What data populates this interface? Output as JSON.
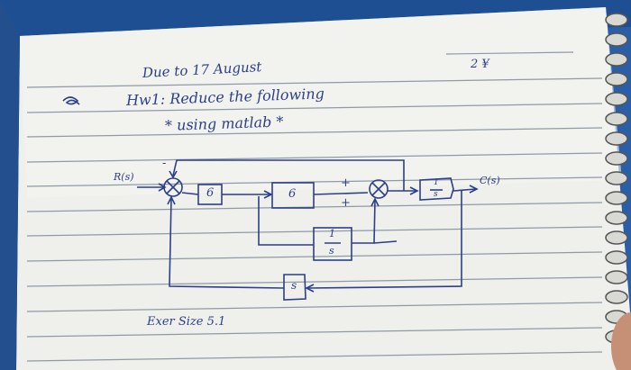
{
  "photo": {
    "description_tag": "notebook-page-photo",
    "paper_color": "#f2f3f0",
    "ink_color": "#2b3f8a",
    "rule_color": "#8e9aa6"
  },
  "header": {
    "date_line": "Due to 17 August",
    "page_mark": "2 ¥",
    "title": "Hw1:  Reduce  the  following",
    "subtitle": "* using  matlab *"
  },
  "diagram": {
    "input_label": "R(s)",
    "output_label": "C(s)",
    "block_1": "6",
    "block_2": "6",
    "block_integrator_num": "1",
    "block_integrator_den": "s",
    "block_output_num": "1",
    "block_output_den": "s",
    "block_feedback": "s",
    "sum_sign_top": "+",
    "sum_sign_bottom": "+",
    "feedback_sign": "-"
  },
  "footer": {
    "note": "Exer  Size  5.1"
  }
}
